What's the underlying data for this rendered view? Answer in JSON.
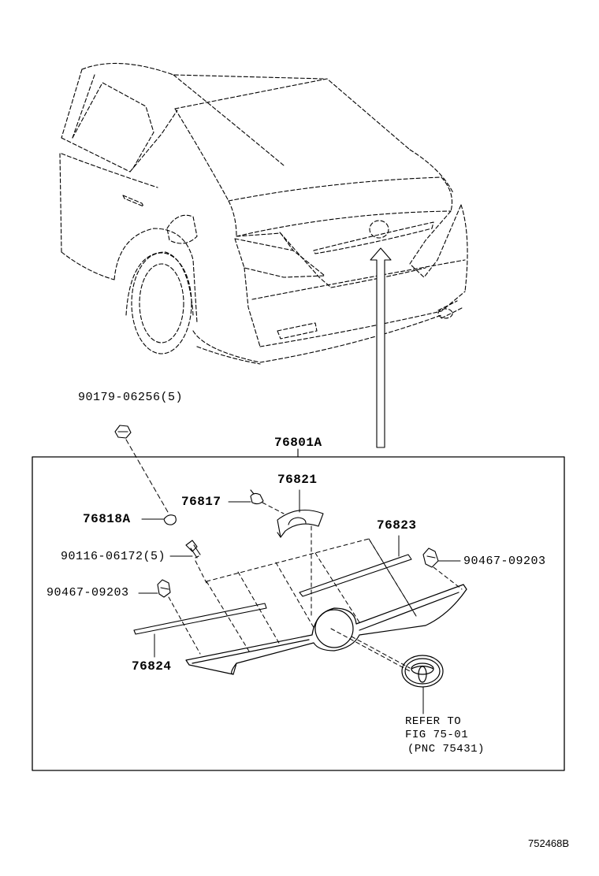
{
  "diagram": {
    "labels": {
      "part_90179": "90179-06256(5)",
      "part_76801A": "76801A",
      "part_76821": "76821",
      "part_76817": "76817",
      "part_76818A": "76818A",
      "part_76823": "76823",
      "part_90116": "90116-06172(5)",
      "part_90467_right": "90467-09203",
      "part_90467_left": "90467-09203",
      "part_76824": "76824",
      "refer_line1": "REFER TO",
      "refer_line2": "FIG 75-01",
      "refer_line3": "(PNC 75431)",
      "figure_number": "752468B"
    },
    "colors": {
      "ink": "#000000",
      "background": "#ffffff"
    }
  }
}
